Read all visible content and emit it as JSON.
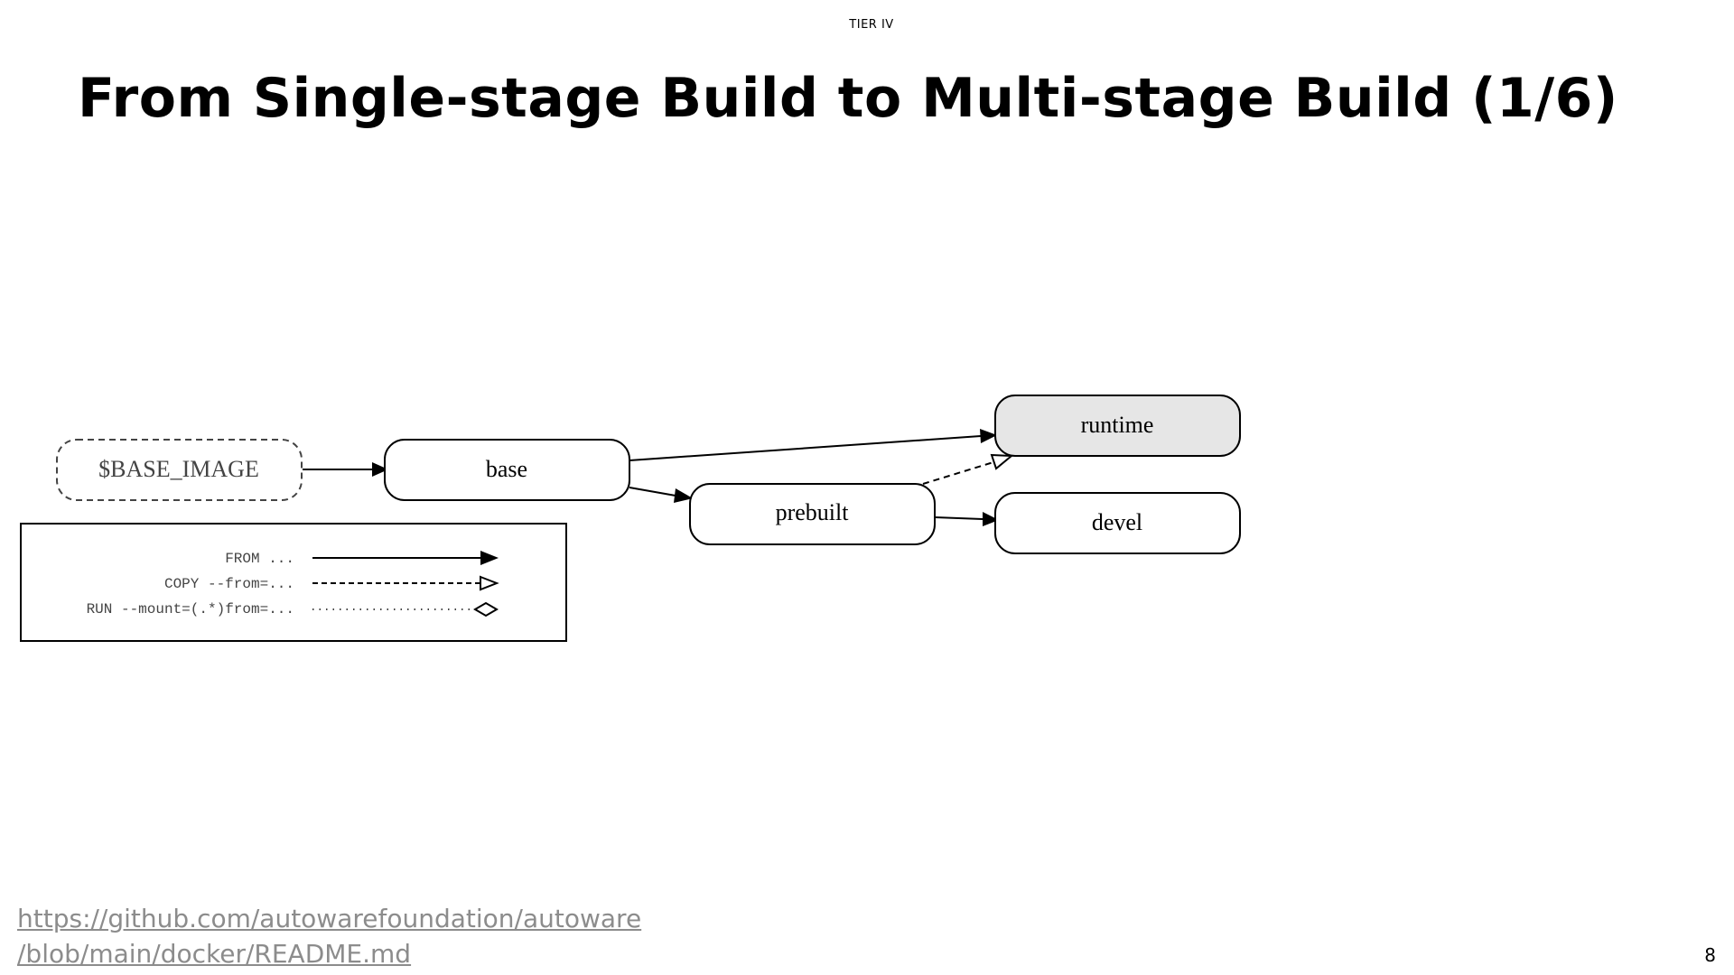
{
  "header": {
    "brand": "TIER IV"
  },
  "slide": {
    "title": "From Single-stage Build to Multi-stage Build (1/6)",
    "page_number": "8"
  },
  "diagram": {
    "nodes": {
      "base_image": "$BASE_IMAGE",
      "base": "base",
      "prebuilt": "prebuilt",
      "runtime": "runtime",
      "devel": "devel"
    },
    "edges": [
      {
        "from": "$BASE_IMAGE",
        "to": "base",
        "style": "FROM"
      },
      {
        "from": "base",
        "to": "runtime",
        "style": "FROM"
      },
      {
        "from": "base",
        "to": "prebuilt",
        "style": "FROM"
      },
      {
        "from": "prebuilt",
        "to": "runtime",
        "style": "COPY"
      },
      {
        "from": "prebuilt",
        "to": "devel",
        "style": "FROM"
      }
    ],
    "legend": {
      "from": "FROM ...",
      "copy": "COPY --from=...",
      "run": "RUN --mount=(.*)from=..."
    },
    "colors": {
      "runtime_fill": "#e6e6e6",
      "node_stroke": "#000000",
      "base_image_stroke": "#444444"
    }
  },
  "source": {
    "line1": "https://github.com/autowarefoundation/autoware",
    "line2": "/blob/main/docker/README.md"
  }
}
